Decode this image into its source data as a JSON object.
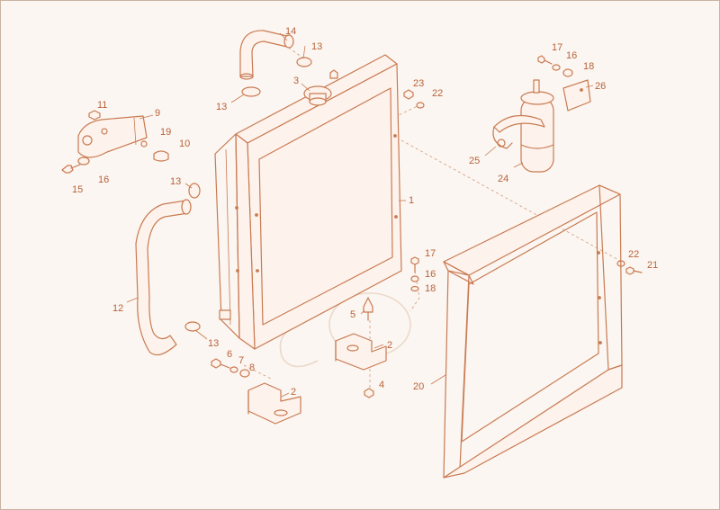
{
  "diagram": {
    "colors": {
      "line": "#c97a52",
      "label": "#b8623a",
      "background": "#fbf6f1"
    },
    "labels": {
      "radiator": "1",
      "bracket": "2",
      "filler_cap": "3",
      "nut_4": "4",
      "mount_pin": "5",
      "bolt_6": "6",
      "washer_7": "7",
      "washer_8": "8",
      "bracket_9": "9",
      "cap_10": "10",
      "nut_11": "11",
      "lower_hose": "12",
      "clamp": "13",
      "upper_hose": "14",
      "bolt_15": "15",
      "washer_16": "16",
      "bolt_17": "17",
      "washer_18": "18",
      "washer_19": "19",
      "shroud": "20",
      "bolt_21": "21",
      "washer_22": "22",
      "nut_23": "23",
      "reservoir_tank": "24",
      "tank_strap": "25",
      "mount_plate": "26"
    }
  }
}
